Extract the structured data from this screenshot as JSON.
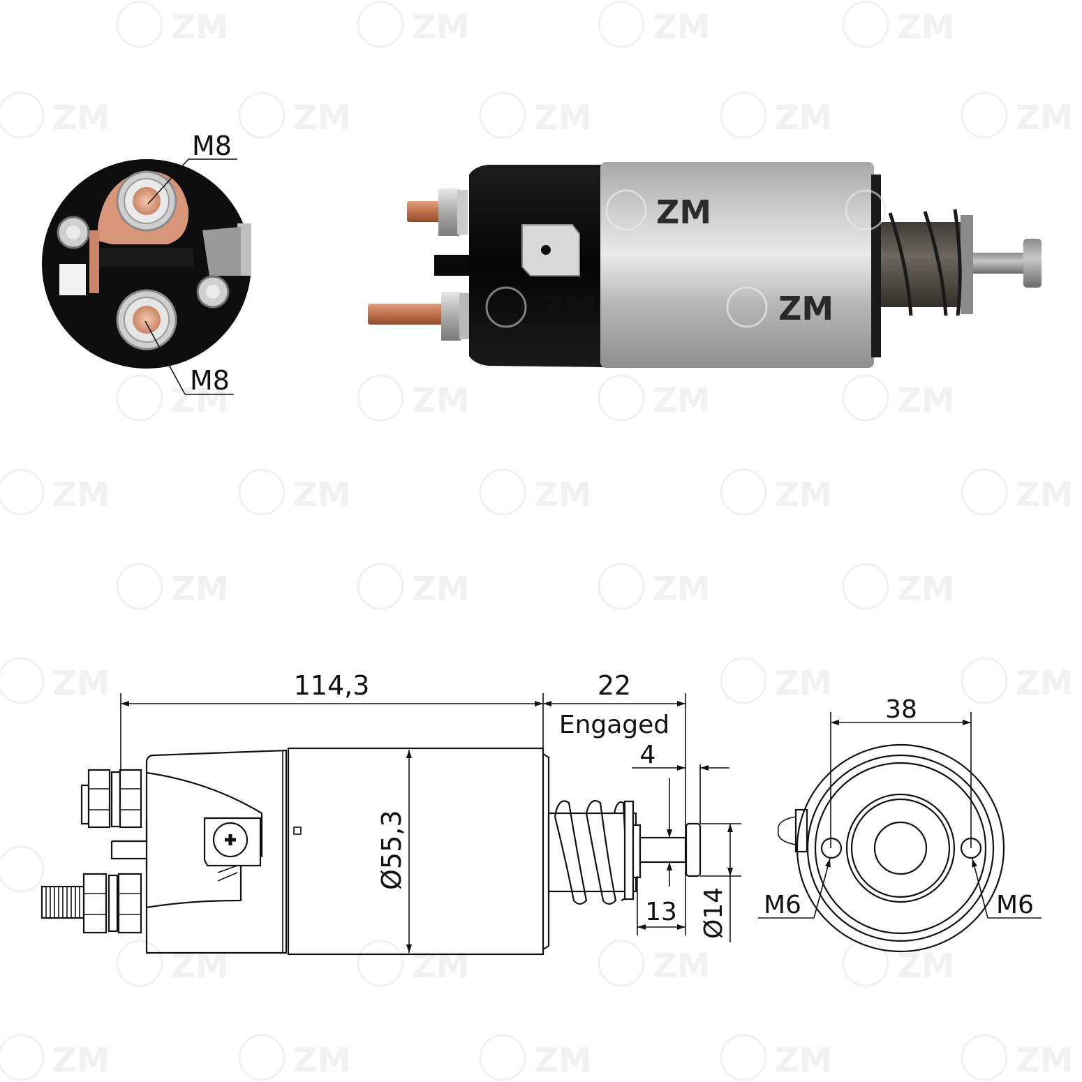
{
  "watermark": {
    "text": "ZM",
    "color": "#f1f1f1"
  },
  "photos": {
    "end_view": {
      "terminal_top_label": "M8",
      "terminal_bottom_label": "M8",
      "body_color": "#111111",
      "copper_color": "#d9927a",
      "stud_color": "#c9c9c9"
    },
    "side_view": {
      "cap_color": "#0d0d0d",
      "housing_color": "#bdbdbd",
      "copper_stud_color": "#c0704a",
      "plunger_color": "#5a5650",
      "overlay_watermarks": [
        "ZM",
        "ZM",
        "ZM",
        "ZM"
      ]
    }
  },
  "drawing": {
    "dimensions": {
      "overall_length": "114,3",
      "plunger_travel": "22",
      "plunger_travel_note": "Engaged",
      "head_width": "4",
      "shaft_length": "13",
      "head_diameter": "Ø14",
      "body_diameter": "Ø55,3",
      "mount_hole_spacing": "38",
      "mount_hole_left": "M6",
      "mount_hole_right": "M6"
    },
    "line_color": "#111111"
  }
}
